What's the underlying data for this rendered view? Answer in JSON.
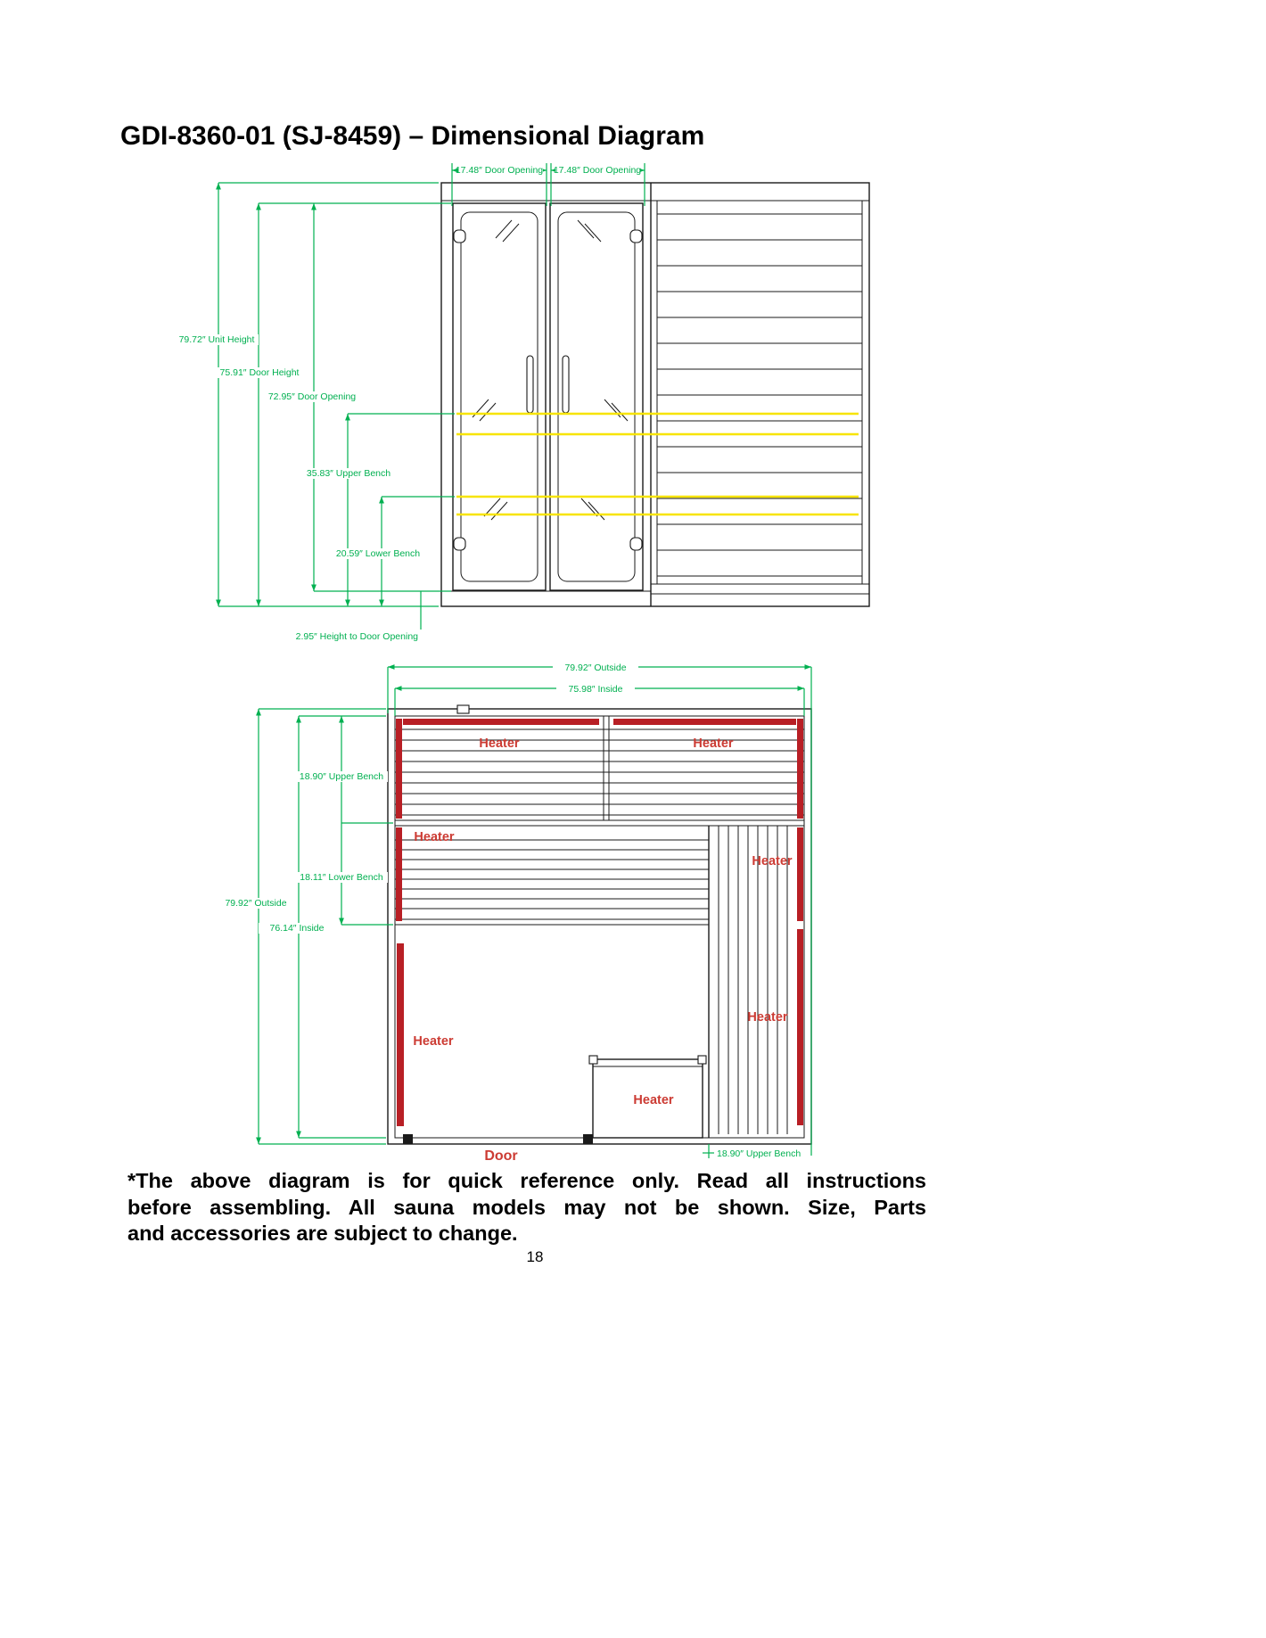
{
  "page": {
    "title": "GDI-8360-01 (SJ-8459) – Dimensional Diagram",
    "page_number": "18",
    "footnote": {
      "line1": "*The above diagram is for quick reference only.  Read all instructions",
      "line2": "before assembling.  All sauna models may not be shown.  Size, Parts",
      "line3": "and accessories are subject to change."
    }
  },
  "front_view": {
    "door_opening_width_left": "17.48″ Door Opening",
    "door_opening_width_right": "17.48″ Door Opening",
    "unit_height": "79.72″ Unit Height",
    "door_height": "75.91″ Door Height",
    "door_opening_height": "72.95″ Door Opening",
    "upper_bench_height": "35.83″ Upper Bench",
    "lower_bench_height": "20.59″ Lower Bench",
    "height_to_door_opening": "2.95″ Height to Door Opening"
  },
  "plan_view": {
    "outside_width": "79.92″ Outside",
    "inside_width": "75.98″ Inside",
    "outside_depth": "79.92″ Outside",
    "inside_depth": "76.14″ Inside",
    "upper_bench_depth": "18.90″ Upper Bench",
    "lower_bench_depth": "18.11″ Lower Bench",
    "right_bench_width": "18.90″ Upper Bench",
    "heater_label": "Heater",
    "door_label": "Door"
  },
  "colors": {
    "dimension_green": "#00b050",
    "heater_red": "#b81f25",
    "heater_text": "#cc3b33",
    "bench_yellow": "#f7e400",
    "outline_black": "#1a1a1a"
  }
}
